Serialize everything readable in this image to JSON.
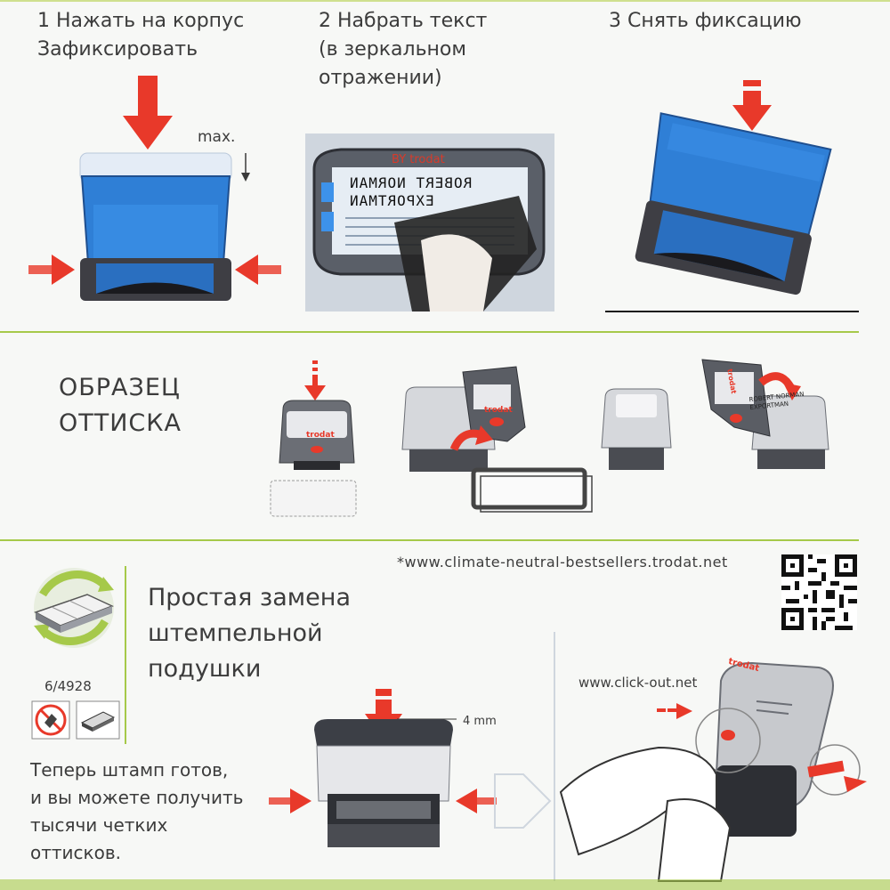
{
  "steps": [
    {
      "label": "1 Нажать на корпус\n   Зафиксировать"
    },
    {
      "label": "2 Набрать текст\n   (в зеркальном\n   отражении)"
    },
    {
      "label": "3 Снять фиксацию"
    }
  ],
  "step1": {
    "max_label": "max."
  },
  "step2": {
    "brand": "BY trodat",
    "line1": "ROBERT NORMAN",
    "line2": "EXPORTMAN"
  },
  "sample": {
    "title": "ОБРАЗЕЦ\nОТТИСКА",
    "brand": "trodat",
    "print_text": "ROBERT NORMAN\nEXPORTMAN"
  },
  "refill": {
    "website": "*www.climate-neutral-bestsellers.trodat.net",
    "title": "Простая замена\nштемпельной\nподушки",
    "code": "6/4928",
    "mm_label": "4 mm",
    "click_url": "www.click-out.net",
    "footer": "Теперь штамп готов,\nи вы можете получить\nтысячи четких\nоттисков."
  },
  "colors": {
    "accent_red": "#e8392a",
    "stamp_blue": "#2f7fd6",
    "divider_green": "#a6c94a",
    "dark": "#3a3a3a"
  }
}
